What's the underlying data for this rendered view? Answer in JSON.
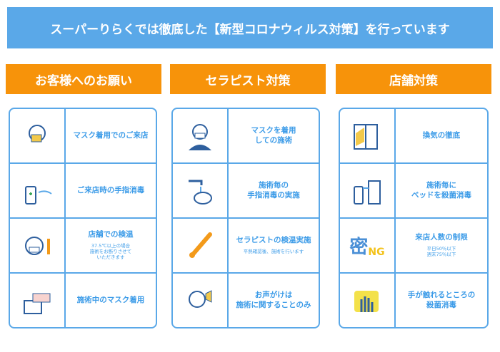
{
  "title": "スーパーりらくでは徹底した【新型コロナウィルス対策】を行っています",
  "columns": [
    {
      "header": "お客様へのお願い",
      "items": [
        {
          "icon": "mask-face-icon",
          "text": "マスク着用でのご来店",
          "sub": ""
        },
        {
          "icon": "sanitizer-spray-icon",
          "text": "ご来店時の手指消毒",
          "sub": ""
        },
        {
          "icon": "thermometer-face-icon",
          "text": "店舗での検温",
          "sub": "37.5℃以上の場合\n施術をお断りさせて\nいただきます"
        },
        {
          "icon": "mask-box-icon",
          "text": "施術中のマスク着用",
          "sub": ""
        }
      ]
    },
    {
      "header": "セラピスト対策",
      "items": [
        {
          "icon": "therapist-mask-icon",
          "text": "マスクを着用\nしての施術",
          "sub": ""
        },
        {
          "icon": "hand-wash-icon",
          "text": "施術毎の\n手指消毒の実施",
          "sub": ""
        },
        {
          "icon": "thermometer-icon",
          "text": "セラピストの検温実施",
          "sub": "平熱確認後、施術を行います"
        },
        {
          "icon": "quiet-voice-icon",
          "text": "お声がけは\n施術に関することのみ",
          "sub": ""
        }
      ]
    },
    {
      "header": "店舗対策",
      "items": [
        {
          "icon": "window-ventilation-icon",
          "text": "換気の徹底",
          "sub": ""
        },
        {
          "icon": "bed-disinfect-icon",
          "text": "施術毎に\nベッドを殺菌消毒",
          "sub": ""
        },
        {
          "icon": "crowd-ng-icon",
          "text": "来店人数の制限",
          "sub": "平日50％以下\n週末75％以下",
          "iconText": "密",
          "iconBadge": "NG"
        },
        {
          "icon": "cloth-wipe-icon",
          "text": "手が触れるところの\n殺菌消毒",
          "sub": ""
        }
      ]
    }
  ],
  "colors": {
    "blue": "#5aa8e8",
    "orange": "#f7930a",
    "text": "#3d9ce8"
  }
}
